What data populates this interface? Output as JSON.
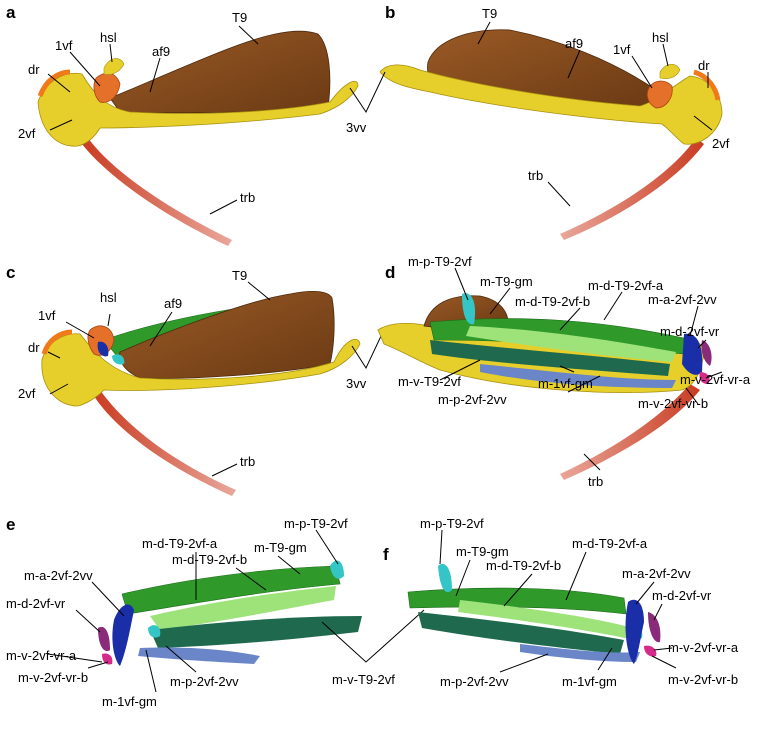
{
  "panels": {
    "a": {
      "letter": "a",
      "labels": {
        "T9": "T9",
        "af9": "af9",
        "hsl": "hsl",
        "vf1": "1vf",
        "dr": "dr",
        "vf2": "2vf",
        "trb": "trb"
      }
    },
    "b": {
      "letter": "b",
      "labels": {
        "T9": "T9",
        "af9": "af9",
        "vf1": "1vf",
        "hsl": "hsl",
        "dr": "dr",
        "vf2": "2vf",
        "trb": "trb"
      }
    },
    "ab_shared": {
      "vv3": "3vv"
    },
    "c": {
      "letter": "c",
      "labels": {
        "T9": "T9",
        "af9": "af9",
        "hsl": "hsl",
        "vf1": "1vf",
        "dr": "dr",
        "vf2": "2vf",
        "trb": "trb"
      }
    },
    "cd_shared": {
      "vv3": "3vv"
    },
    "d": {
      "letter": "d",
      "labels": {
        "m_p_T9_2vf": "m-p-T9-2vf",
        "m_T9_gm": "m-T9-gm",
        "m_d_T9_2vf_a": "m-d-T9-2vf-a",
        "m_d_T9_2vf_b": "m-d-T9-2vf-b",
        "m_a_2vf_2vv": "m-a-2vf-2vv",
        "m_d_2vf_vr": "m-d-2vf-vr",
        "m_v_T9_2vf": "m-v-T9-2vf",
        "m_v_2vf_vr_a": "m-v-2vf-vr-a",
        "m_1vf_gm": "m-1vf-gm",
        "m_p_2vf_2vv": "m-p-2vf-2vv",
        "m_v_2vf_vr_b": "m-v-2vf-vr-b",
        "trb": "trb"
      }
    },
    "e": {
      "letter": "e",
      "labels": {
        "m_p_T9_2vf": "m-p-T9-2vf",
        "m_T9_gm": "m-T9-gm",
        "m_d_T9_2vf_a": "m-d-T9-2vf-a",
        "m_d_T9_2vf_b": "m-d-T9-2vf-b",
        "m_a_2vf_2vv": "m-a-2vf-2vv",
        "m_d_2vf_vr": "m-d-2vf-vr",
        "m_v_2vf_vr_a": "m-v-2vf-vr-a",
        "m_v_2vf_vr_b": "m-v-2vf-vr-b",
        "m_p_2vf_2vv": "m-p-2vf-2vv",
        "m_1vf_gm": "m-1vf-gm"
      }
    },
    "ef_shared": {
      "m_v_T9_2vf": "m-v-T9-2vf"
    },
    "f": {
      "letter": "f",
      "labels": {
        "m_p_T9_2vf": "m-p-T9-2vf",
        "m_T9_gm": "m-T9-gm",
        "m_d_T9_2vf_a": "m-d-T9-2vf-a",
        "m_d_T9_2vf_b": "m-d-T9-2vf-b",
        "m_a_2vf_2vv": "m-a-2vf-2vv",
        "m_d_2vf_vr": "m-d-2vf-vr",
        "m_v_2vf_vr_a": "m-v-2vf-vr-a",
        "m_v_2vf_vr_b": "m-v-2vf-vr-b",
        "m_p_2vf_2vv": "m-p-2vf-2vv",
        "m_1vf_gm": "m-1vf-gm"
      }
    }
  },
  "colors": {
    "tergum": "#8a4f1f",
    "tergum_dark": "#5e3210",
    "valvifer": "#e6cf2a",
    "valvifer_dark": "#b39a12",
    "first_valvifer": "#e5702a",
    "tracheal_branch": "#c93c22",
    "muscle_green": "#2f9a2a",
    "muscle_light_green": "#9ee27a",
    "muscle_dark_teal": "#1f6a4e",
    "muscle_cyan": "#34c6c6",
    "muscle_blue": "#1a2ea8",
    "muscle_steel_blue": "#6a86c9",
    "muscle_magenta": "#d62a8a",
    "muscle_purple": "#8a2a7a"
  }
}
